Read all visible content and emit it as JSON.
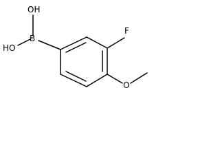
{
  "molecule": {
    "atoms": {
      "oh_top": "OH",
      "oh_left": "HO",
      "boron": "B",
      "fluorine": "F",
      "oxygen": "O"
    }
  },
  "colors": {
    "bond": "#000000",
    "text": "#000000",
    "background": "#ffffff"
  }
}
